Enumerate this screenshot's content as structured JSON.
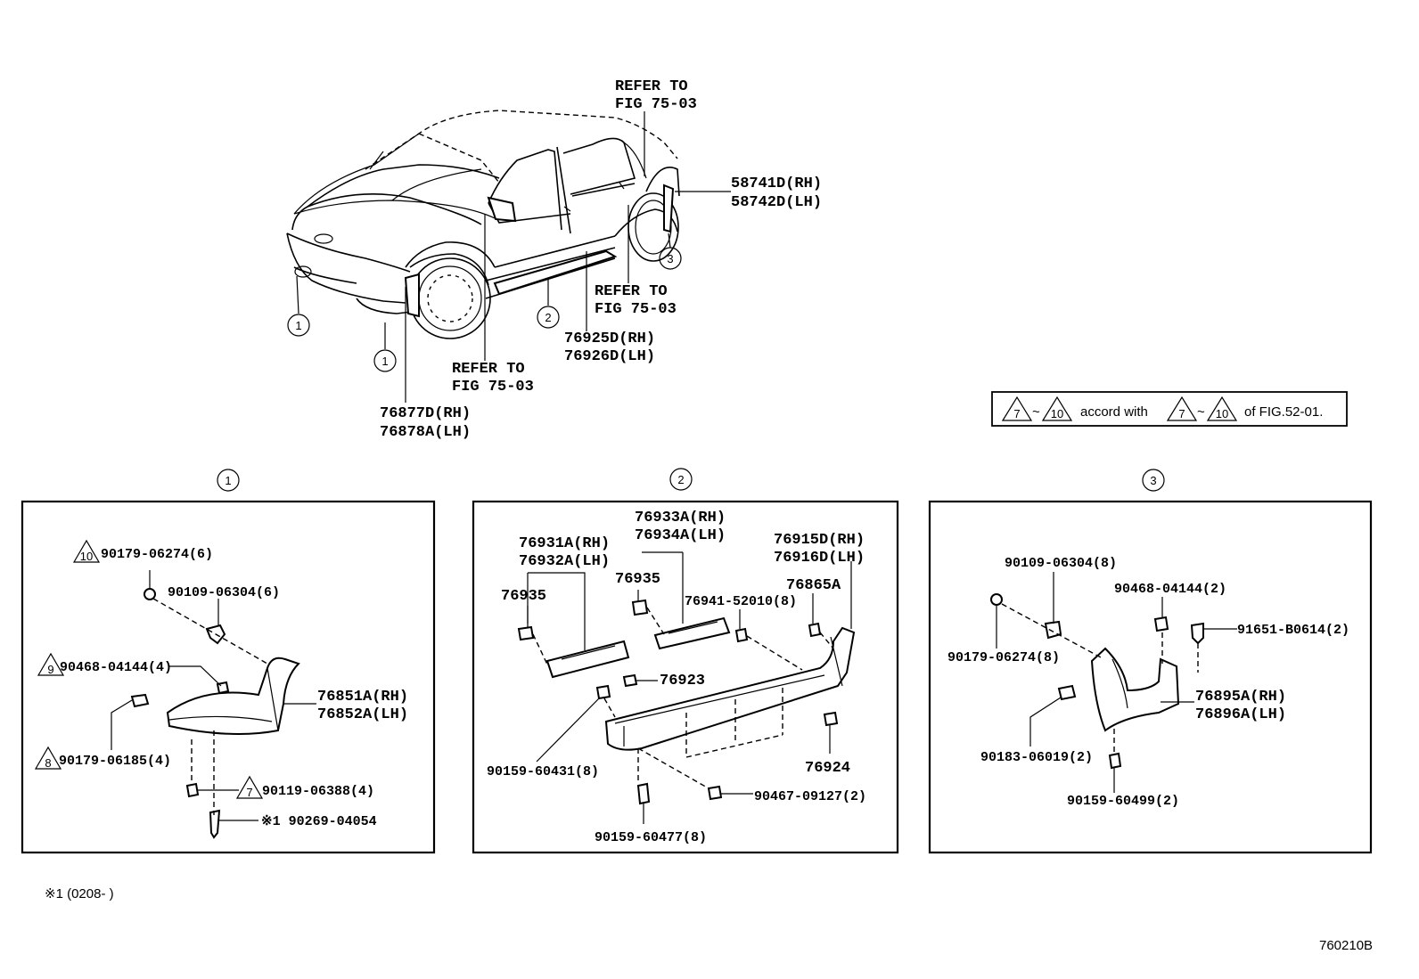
{
  "diagram": {
    "overview": {
      "refer_top_1": "REFER TO",
      "refer_top_2": "FIG 75-03",
      "mudguard_rh": "58741D(RH)",
      "mudguard_lh": "58742D(LH)",
      "refer_mid_1": "REFER TO",
      "refer_mid_2": "FIG 75-03",
      "rocker_rh": "76925D(RH)",
      "rocker_lh": "76926D(LH)",
      "refer_low_1": "REFER TO",
      "refer_low_2": "FIG 75-03",
      "front_rh": "76877D(RH)",
      "front_lh": "76878A(LH)",
      "callout_1a": "1",
      "callout_1b": "1",
      "callout_2": "2",
      "callout_3": "3"
    },
    "note_box": {
      "tri_a1": "7",
      "tilde_1": "~",
      "tri_a2": "10",
      "text_mid": "accord with",
      "tri_b1": "7",
      "tilde_2": "~",
      "tri_b2": "10",
      "text_end": "of FIG.52-01."
    },
    "panel1": {
      "header": "1",
      "p1": "90179-06274(6)",
      "p1_tri": "10",
      "p2": "90109-06304(6)",
      "p3": "90468-04144(4)",
      "p3_tri": "9",
      "p4_rh": "76851A(RH)",
      "p4_lh": "76852A(LH)",
      "p5": "90179-06185(4)",
      "p5_tri": "8",
      "p6": "90119-06388(4)",
      "p6_tri": "7",
      "p7": "※1 90269-04054"
    },
    "panel2": {
      "header": "2",
      "a_rh": "76933A(RH)",
      "a_lh": "76934A(LH)",
      "b_rh": "76931A(RH)",
      "b_lh": "76932A(LH)",
      "c_rh": "76915D(RH)",
      "c_lh": "76916D(LH)",
      "clip1": "76935",
      "clip2": "76935",
      "d": "76941-52010(8)",
      "e": "76865A",
      "f": "76923",
      "g": "76924",
      "h": "90159-60431(8)",
      "i": "90467-09127(2)",
      "j": "90159-60477(8)"
    },
    "panel3": {
      "header": "3",
      "a": "90109-06304(8)",
      "b": "90468-04144(2)",
      "c": "91651-B0614(2)",
      "d": "90179-06274(8)",
      "e_rh": "76895A(RH)",
      "e_lh": "76896A(LH)",
      "f": "90183-06019(2)",
      "g": "90159-60499(2)"
    },
    "footnote": "※1 (0208-    )",
    "figure_id": "760210B"
  }
}
